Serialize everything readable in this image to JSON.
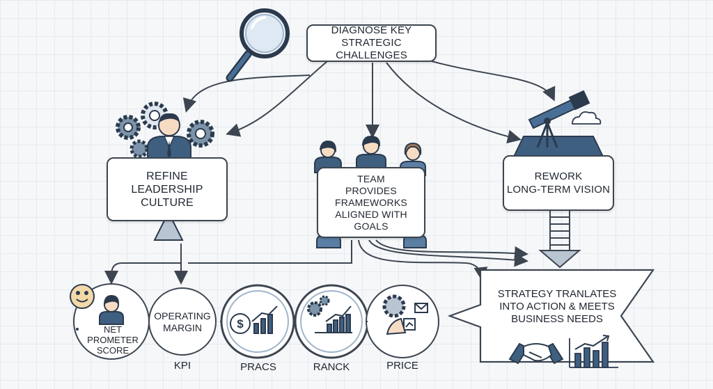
{
  "nodes": {
    "diagnose": {
      "line1": "DIAGNOSE KEY",
      "line2": "STRATEGIC CHALLENGES"
    },
    "leadership": {
      "line1": "REFINE",
      "line2": "LEADERSHIP",
      "line3": "CULTURE"
    },
    "team": {
      "line1": "TEAM",
      "line2": "PROVIDES FRAMEWORKS",
      "line3": "ALIGNED WITH GOALS"
    },
    "vision": {
      "line1": "REWORK",
      "line2": "LONG-TERM VISION"
    },
    "strategy": {
      "line1": "STRATEGY TRANLATES",
      "line2": "INTO ACTION & MEETS",
      "line3": "BUSINESS NEEDS"
    }
  },
  "kpis": {
    "nps": {
      "line1": "NET PROMETER",
      "line2": "SCORE"
    },
    "margin": {
      "line1": "OPERATING",
      "line2": "MARGIN"
    },
    "captions": [
      "KPI",
      "PRACS",
      "RANCK",
      "PRICE"
    ]
  },
  "icons": [
    "magnifier-icon",
    "gears-icon",
    "leader-icon",
    "team-people-icon",
    "telescope-icon",
    "cloud-icon",
    "smiley-icon",
    "person-icon",
    "dollar-chart-icon",
    "gear-chart-icon",
    "gear-analytics-icon",
    "handshake-icon",
    "bar-chart-icon"
  ],
  "colors": {
    "ink": "#3c4550",
    "accent": "#4a6f96",
    "light_accent": "#9fb6cc",
    "fill": "#ffffff"
  }
}
